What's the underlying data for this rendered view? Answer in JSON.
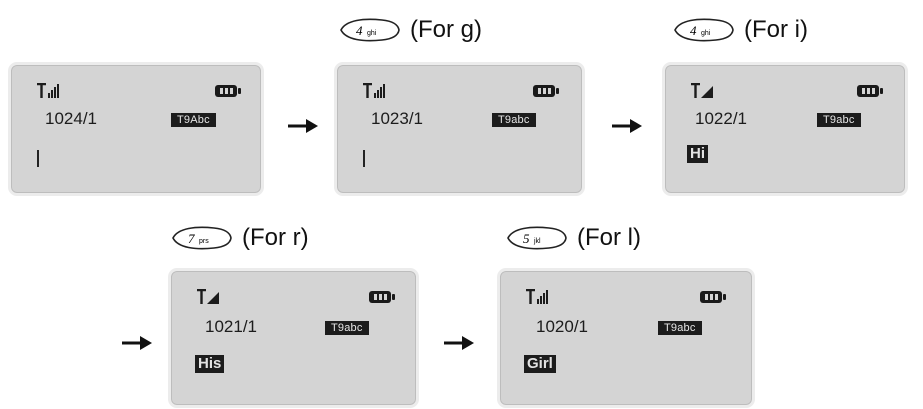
{
  "screens": [
    {
      "counter": "1024/1",
      "mode": "T9Abc",
      "text": ""
    },
    {
      "counter": "1023/1",
      "mode": "T9abc",
      "text": ""
    },
    {
      "counter": "1022/1",
      "mode": "T9abc",
      "text": "Hi"
    },
    {
      "counter": "1021/1",
      "mode": "T9abc",
      "text": "His"
    },
    {
      "counter": "1020/1",
      "mode": "T9abc",
      "text": "Girl"
    }
  ],
  "key_labels": [
    {
      "key": "4",
      "letters": "ghi",
      "caption": "(For g)"
    },
    {
      "key": "4",
      "letters": "ghi",
      "caption": "(For i)"
    },
    {
      "key": "7",
      "letters": "prs",
      "caption": "(For r)"
    },
    {
      "key": "5",
      "letters": "jkl",
      "caption": "(For l)"
    }
  ],
  "colors": {
    "screen_bg": "#d4d4d4",
    "ink": "#1c1c1c"
  }
}
